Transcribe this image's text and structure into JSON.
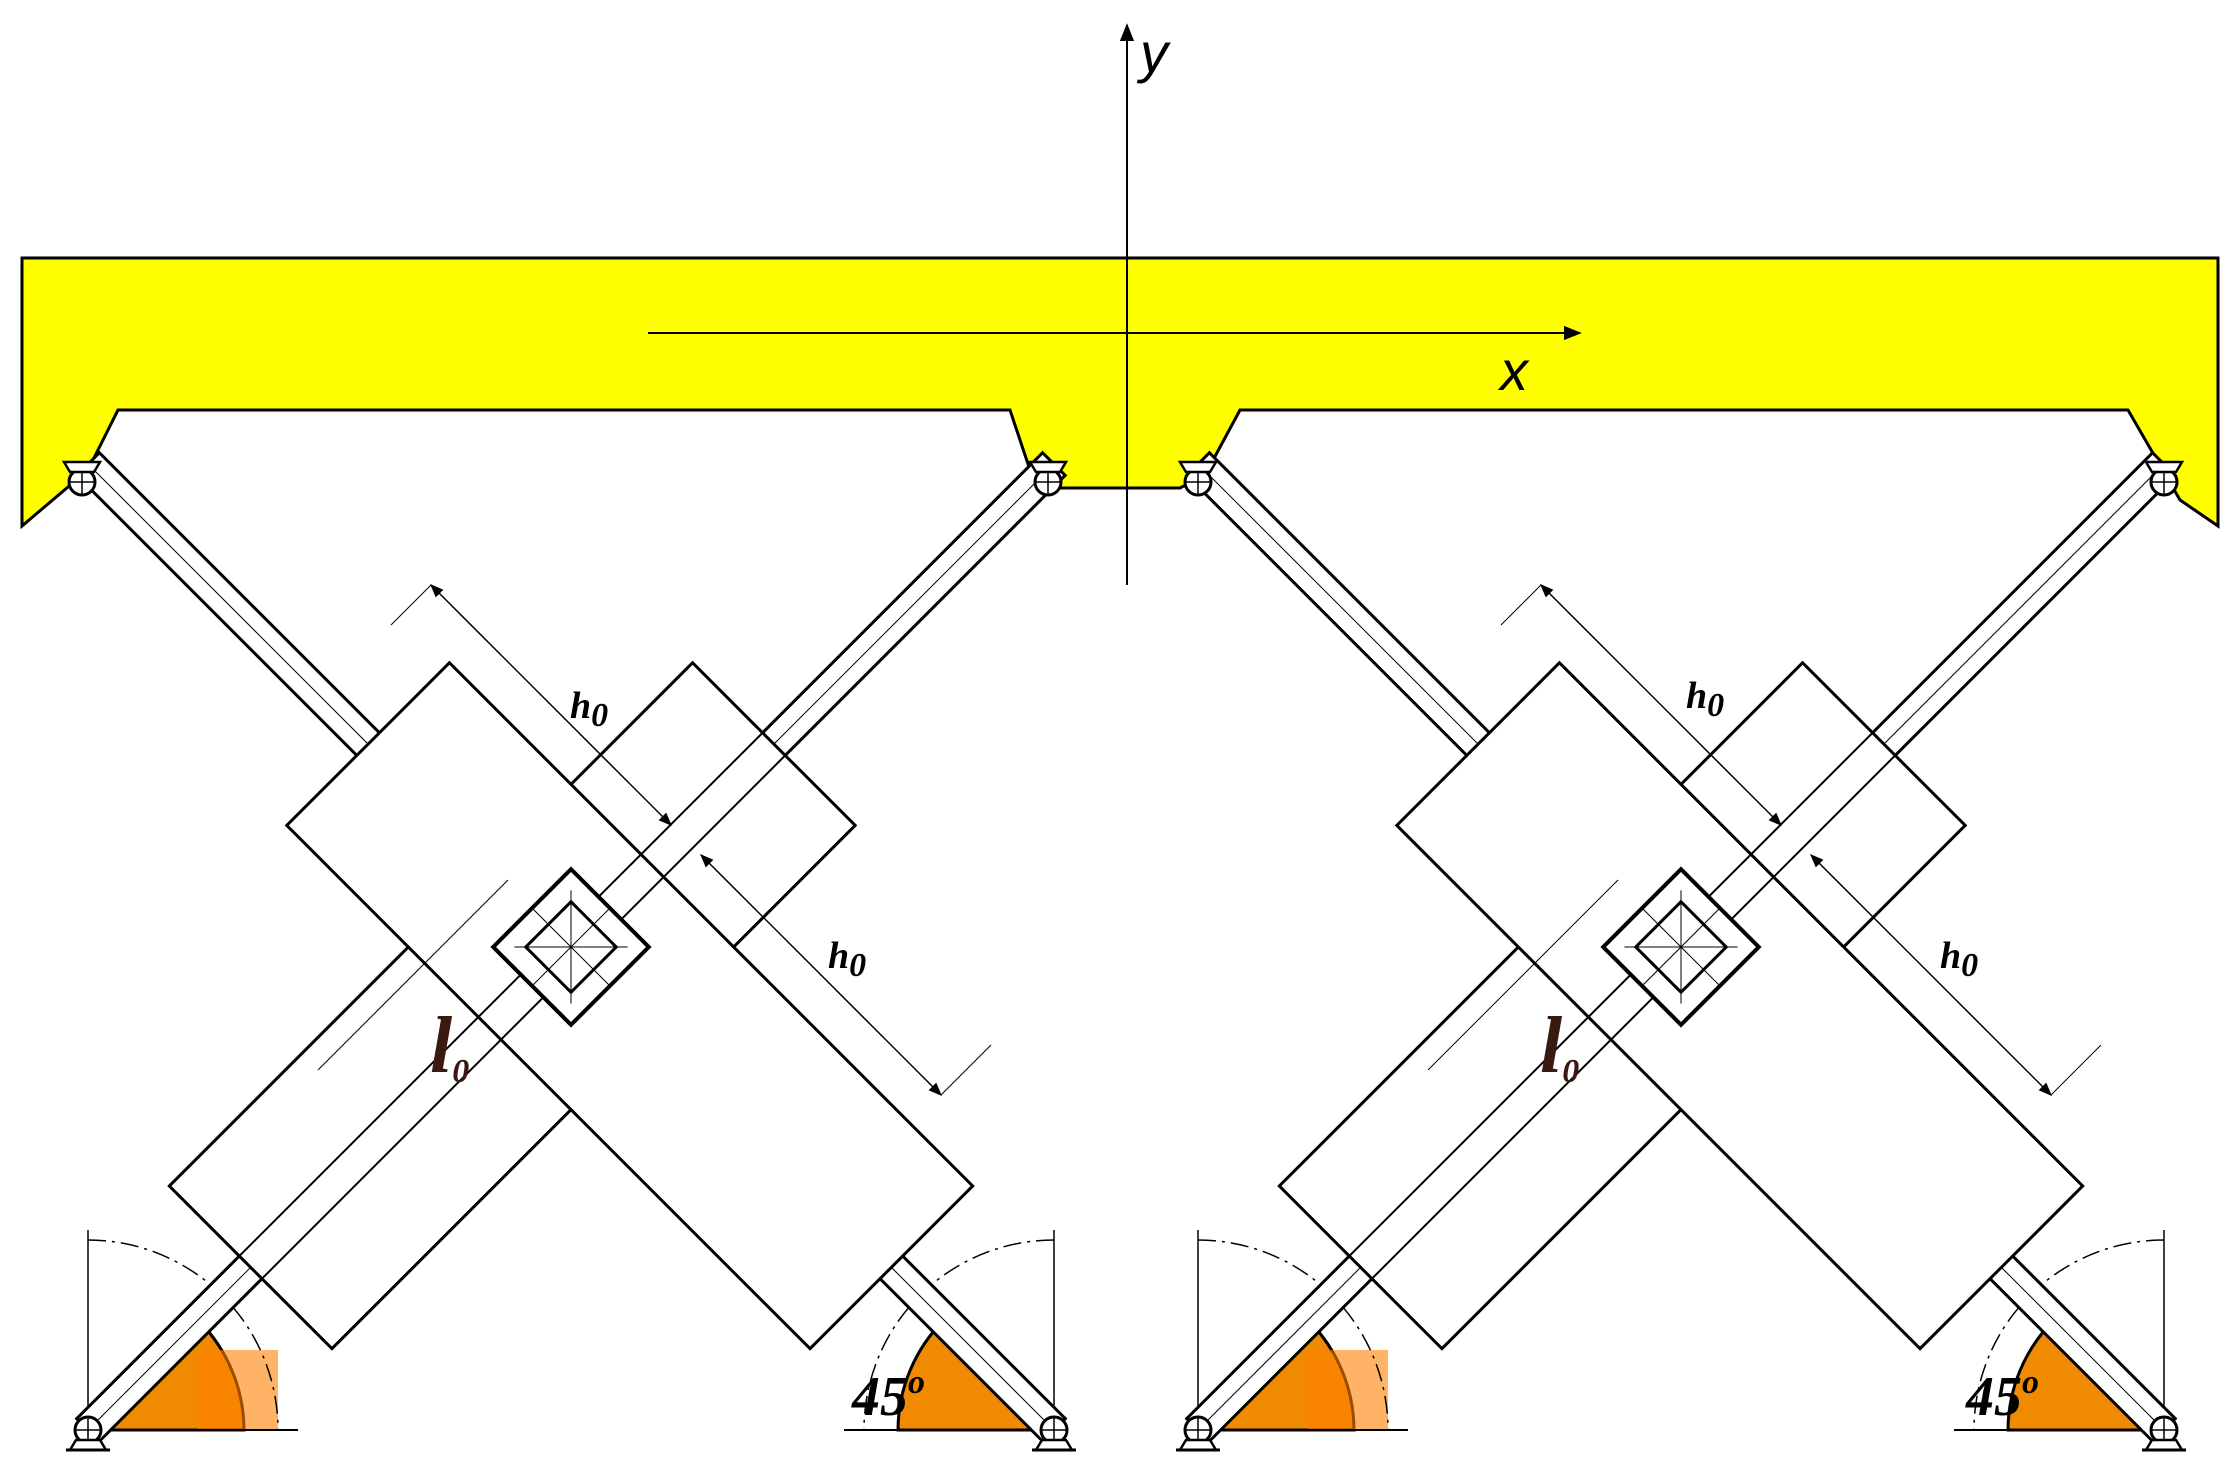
{
  "axes": {
    "x_label": "x",
    "y_label": "y"
  },
  "labels": {
    "h0": "h",
    "h0_sub": "0",
    "l0": "l",
    "l0_sub": "0",
    "angle": "45",
    "angle_sup": "o"
  },
  "units": [
    {
      "name": "left-scissor-unit"
    },
    {
      "name": "right-scissor-unit"
    }
  ],
  "colors": {
    "platform": "#FFFF00",
    "angle_sector": "#F08A00",
    "angle_inner": "#FF8000",
    "stroke": "#000000"
  },
  "icons": [
    "pin-support-icon",
    "pin-joint-icon"
  ]
}
